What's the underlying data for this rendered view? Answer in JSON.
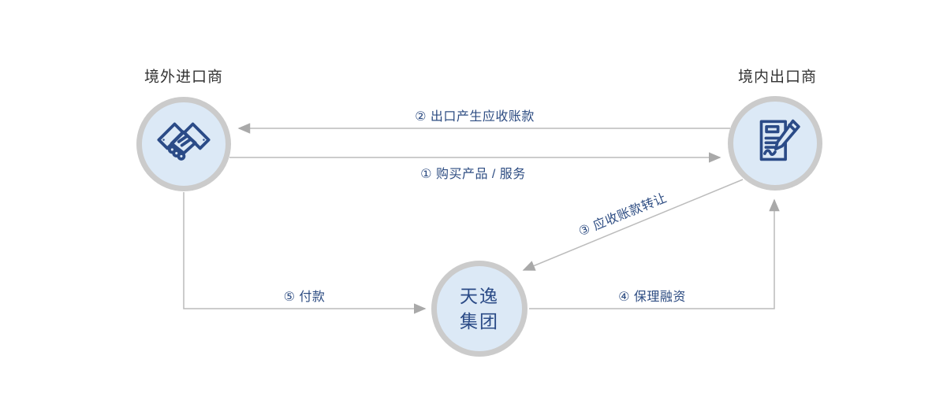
{
  "diagram": {
    "type": "flow-diagram",
    "nodes": {
      "importer": {
        "title": "境外进口商",
        "icon": "handshake-icon"
      },
      "exporter": {
        "title": "境内出口商",
        "icon": "contract-pen-icon"
      },
      "factor": {
        "name_line1": "天逸",
        "name_line2": "集团"
      }
    },
    "flows": [
      {
        "step": "1",
        "label": "① 购买产品 / 服务",
        "from": "importer",
        "to": "exporter"
      },
      {
        "step": "2",
        "label": "② 出口产生应收账款",
        "from": "exporter",
        "to": "importer"
      },
      {
        "step": "3",
        "label": "③ 应收账款转让",
        "from": "exporter",
        "to": "factor"
      },
      {
        "step": "4",
        "label": "④ 保理融资",
        "from": "factor",
        "to": "exporter"
      },
      {
        "step": "5",
        "label": "⑤ 付款",
        "from": "importer",
        "to": "factor"
      }
    ],
    "colors": {
      "background": "#ffffff",
      "circle_fill": "#dce9f6",
      "circle_ring": "#cbcbcb",
      "icon_navy": "#2b4b87",
      "label_navy": "#2d4c82",
      "title_dark": "#333333",
      "arrow_line_gray": "#bcbcbc",
      "arrowhead_gray": "#a9a9a9"
    }
  }
}
